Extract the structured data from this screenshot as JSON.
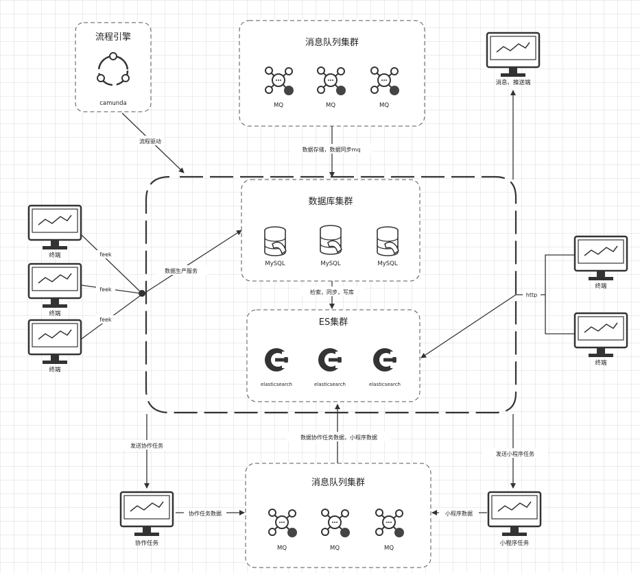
{
  "workflow_engine": {
    "title": "流程引擎",
    "label": "camunda"
  },
  "mq_cluster_top": {
    "title": "消息队列集群",
    "nodes": [
      "MQ",
      "MQ",
      "MQ"
    ]
  },
  "db_cluster": {
    "title": "数据库集群",
    "nodes": [
      "MySQL",
      "MySQL",
      "MySQL"
    ]
  },
  "es_cluster": {
    "title": "ES集群",
    "nodes": [
      "elasticsearch",
      "elasticsearch",
      "elasticsearch"
    ]
  },
  "mq_cluster_bottom": {
    "title": "消息队列集群",
    "nodes": [
      "MQ",
      "MQ",
      "MQ"
    ]
  },
  "clients_left": [
    {
      "label": "终端",
      "link": "feek"
    },
    {
      "label": "终端",
      "link": "feek"
    },
    {
      "label": "终端",
      "link": "feek"
    }
  ],
  "clients_right": [
    {
      "label": "终端"
    },
    {
      "label": "终端"
    }
  ],
  "top_right_client": {
    "label": "消息、推送端"
  },
  "coop_task": {
    "label": "协作任务"
  },
  "mini_program_task": {
    "label": "小程序任务"
  },
  "edge_labels": {
    "engine_to_core": "流程驱动",
    "mq_to_db": "数据存储，数据同步mq",
    "clients_to_db": "数据生产服务",
    "db_to_es": "检索，同步，写库",
    "right_clients": "http",
    "core_to_coop": "发送协作任务",
    "coop_to_mq": "协作任务数据",
    "mq_to_es": "数据协作任务数据，小程序数据",
    "core_to_mini": "发送小程序任务",
    "mini_to_mq": "小程序数据"
  }
}
